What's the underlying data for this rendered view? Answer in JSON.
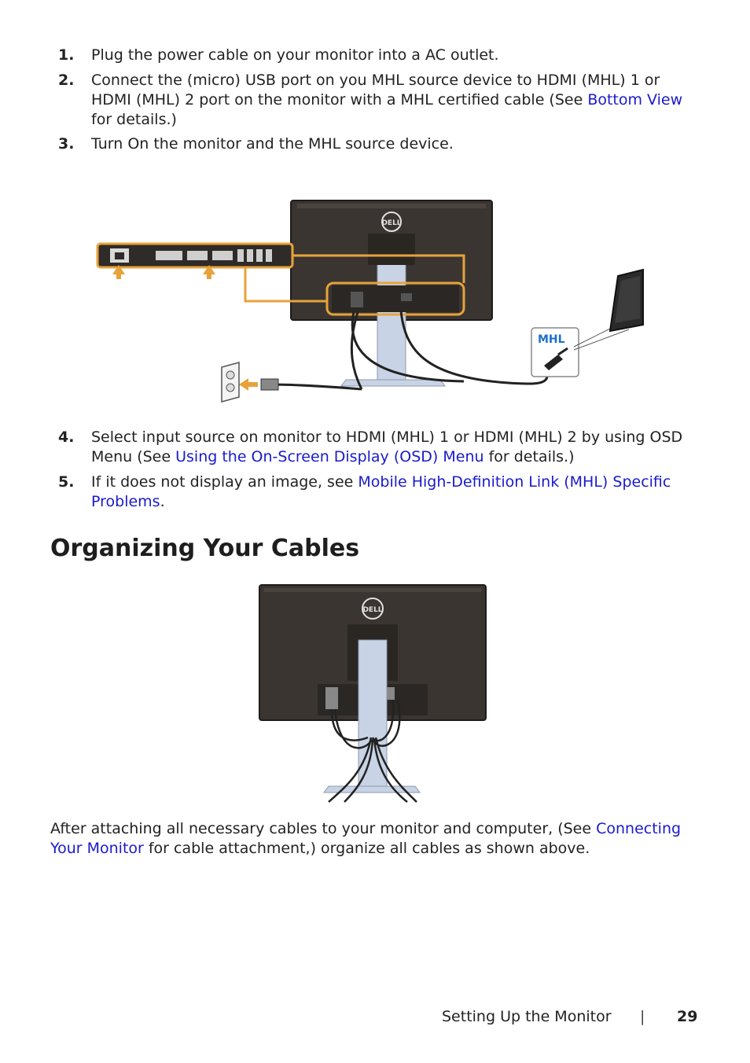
{
  "steps": [
    {
      "num": "1.",
      "parts": [
        {
          "t": "Plug the power cable on your monitor into a AC outlet."
        }
      ]
    },
    {
      "num": "2.",
      "parts": [
        {
          "t": "Connect the (micro) USB port on you MHL source device to HDMI (MHL) 1 or HDMI (MHL) 2 port on the monitor with a MHL certified cable (See "
        },
        {
          "t": "Bottom View",
          "link": true
        },
        {
          "t": " for details.)"
        }
      ]
    },
    {
      "num": "3.",
      "parts": [
        {
          "t": "Turn On the monitor and the MHL source device."
        }
      ]
    },
    {
      "num": "4.",
      "parts": [
        {
          "t": "Select input source on monitor to HDMI (MHL) 1 or HDMI (MHL) 2 by using OSD Menu (See "
        },
        {
          "t": "Using the On-Screen Display (OSD) Menu",
          "link": true
        },
        {
          "t": " for details.)"
        }
      ]
    },
    {
      "num": "5.",
      "parts": [
        {
          "t": "If it does not display an image, see "
        },
        {
          "t": "Mobile High-Definition Link (MHL) Specific Problems",
          "link": true
        },
        {
          "t": "."
        }
      ]
    }
  ],
  "figure1": {
    "mhl_label": "MHL",
    "brand": "DELL"
  },
  "heading": "Organizing Your Cables",
  "figure2": {
    "brand": "DELL"
  },
  "paragraph": [
    {
      "t": "After attaching all necessary cables to your monitor and computer, (See "
    },
    {
      "t": "Connecting Your Monitor",
      "link": true
    },
    {
      "t": " for cable attachment,) organize all cables as shown above."
    }
  ],
  "footer": {
    "section": "Setting Up the Monitor",
    "separator": "|",
    "page": "29"
  },
  "colors": {
    "link": "#1a1acc",
    "highlight": "#e8a23a",
    "monitor": "#3a3531",
    "stand": "#c9d3e6"
  },
  "icons": [
    "dell-logo-icon",
    "mhl-logo-icon",
    "power-outlet-icon",
    "smartphone-icon",
    "arrow-up-icon",
    "arrow-left-icon"
  ]
}
